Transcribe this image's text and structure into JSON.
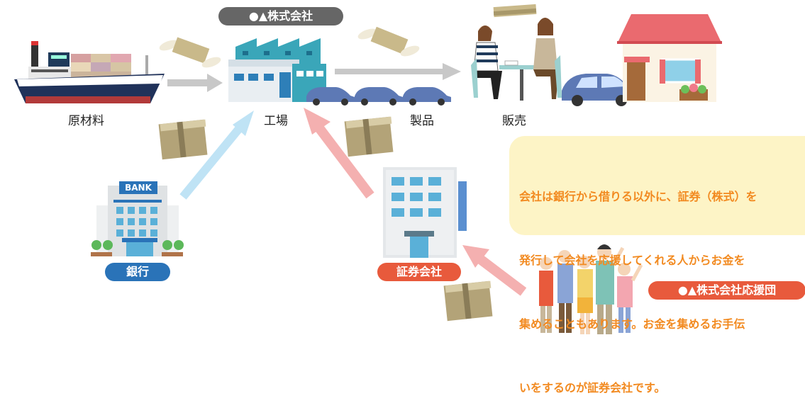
{
  "company_pill": "●▲株式会社",
  "labels": {
    "raw_materials": "原材料",
    "factory": "工場",
    "products": "製品",
    "sales": "販売"
  },
  "bank": {
    "sign": "BANK",
    "pill": "銀行"
  },
  "securities": {
    "pill": "証券会社"
  },
  "supporters": {
    "pill": "●▲株式会社応援団"
  },
  "note": {
    "lines": [
      "会社は銀行から借りる以外に、証券（株式）を",
      "発行して会社を応援してくれる人からお金を",
      "集めることもあります。お金を集めるお手伝",
      "いをするのが証券会社です。"
    ]
  },
  "colors": {
    "pill_gray": "#666666",
    "pill_blue": "#2a73b8",
    "pill_red": "#e85a3c",
    "arrow_gray": "#c8c8c8",
    "arrow_blue": "#bfe3f5",
    "arrow_pink": "#f4b0b0",
    "note_bg": "#fdf4c6",
    "note_text": "#f28a20"
  }
}
